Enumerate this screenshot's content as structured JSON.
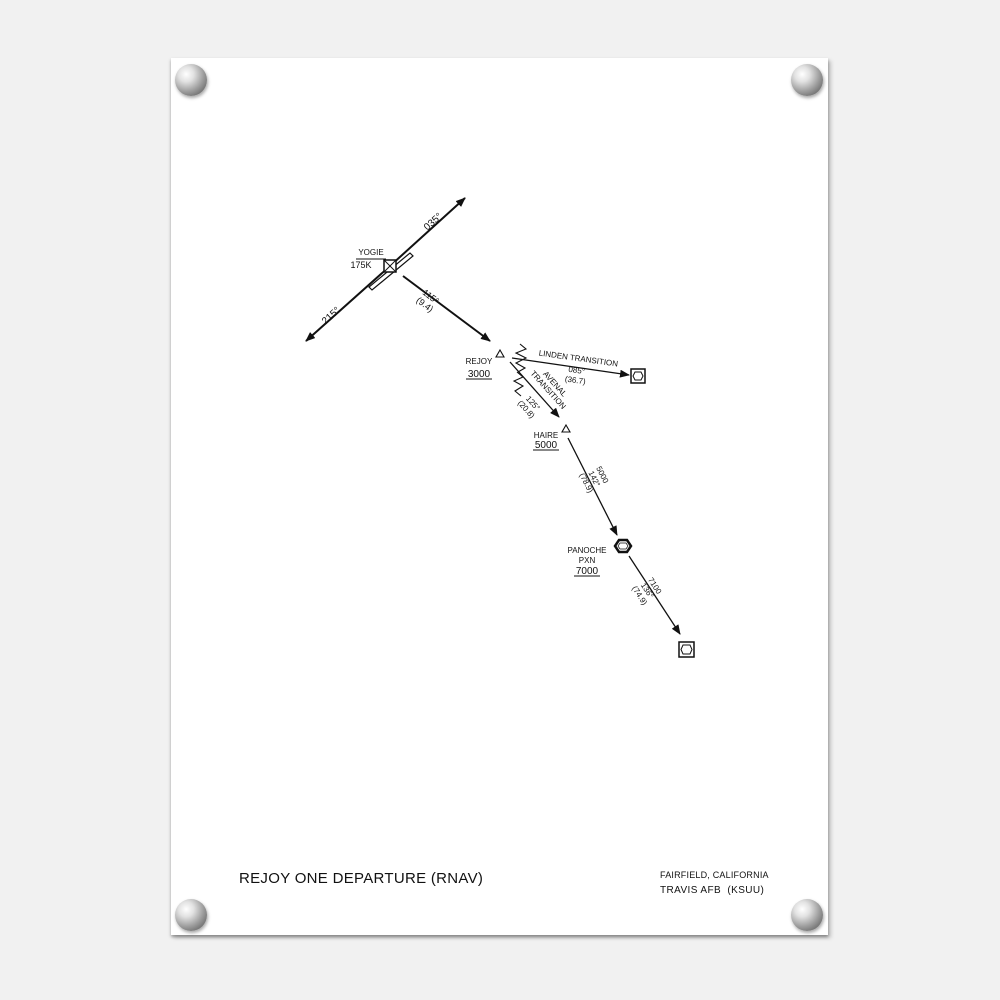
{
  "chart_title": "REJOY ONE DEPARTURE (RNAV)",
  "location": {
    "city": "FAIRFIELD, CALIFORNIA",
    "airport": "TRAVIS AFB",
    "airport_code": "(KSUU)"
  },
  "waypoints": {
    "yogie": {
      "name": "YOGIE",
      "restriction": "175K"
    },
    "rejoy": {
      "name": "REJOY",
      "altitude": "3000"
    },
    "haire": {
      "name": "HAIRE",
      "altitude": "5000"
    },
    "panoche": {
      "name": "PANOCHE",
      "ident": "PXN",
      "altitude": "7000"
    }
  },
  "legs": {
    "runway_ne": {
      "course": "035°"
    },
    "runway_sw": {
      "course": "215°"
    },
    "yogie_rejoy": {
      "course": "115°",
      "distance": "(9.4)"
    },
    "linden": {
      "name": "LINDEN TRANSITION",
      "course": "085°",
      "distance": "(36.7)"
    },
    "avenal": {
      "name_line1": "AVENAL",
      "name_line2": "TRANSITION",
      "course": "125°",
      "distance": "(20.8)"
    },
    "haire_pxn": {
      "altitude": "5000",
      "course": "142°",
      "distance": "(78.9)"
    },
    "pxn_end": {
      "altitude": "7100",
      "course": "136°",
      "distance": "(74.9)"
    }
  },
  "icons": {
    "fix": "triangle-fix-icon",
    "vortac": "vortac-icon",
    "endpoint": "vordme-box-icon",
    "bolt": "standoff-bolt-icon"
  },
  "colors": {
    "background": "#f1f1f1",
    "paper": "#ffffff",
    "ink": "#111111",
    "bolt": "#9c9c9c"
  }
}
